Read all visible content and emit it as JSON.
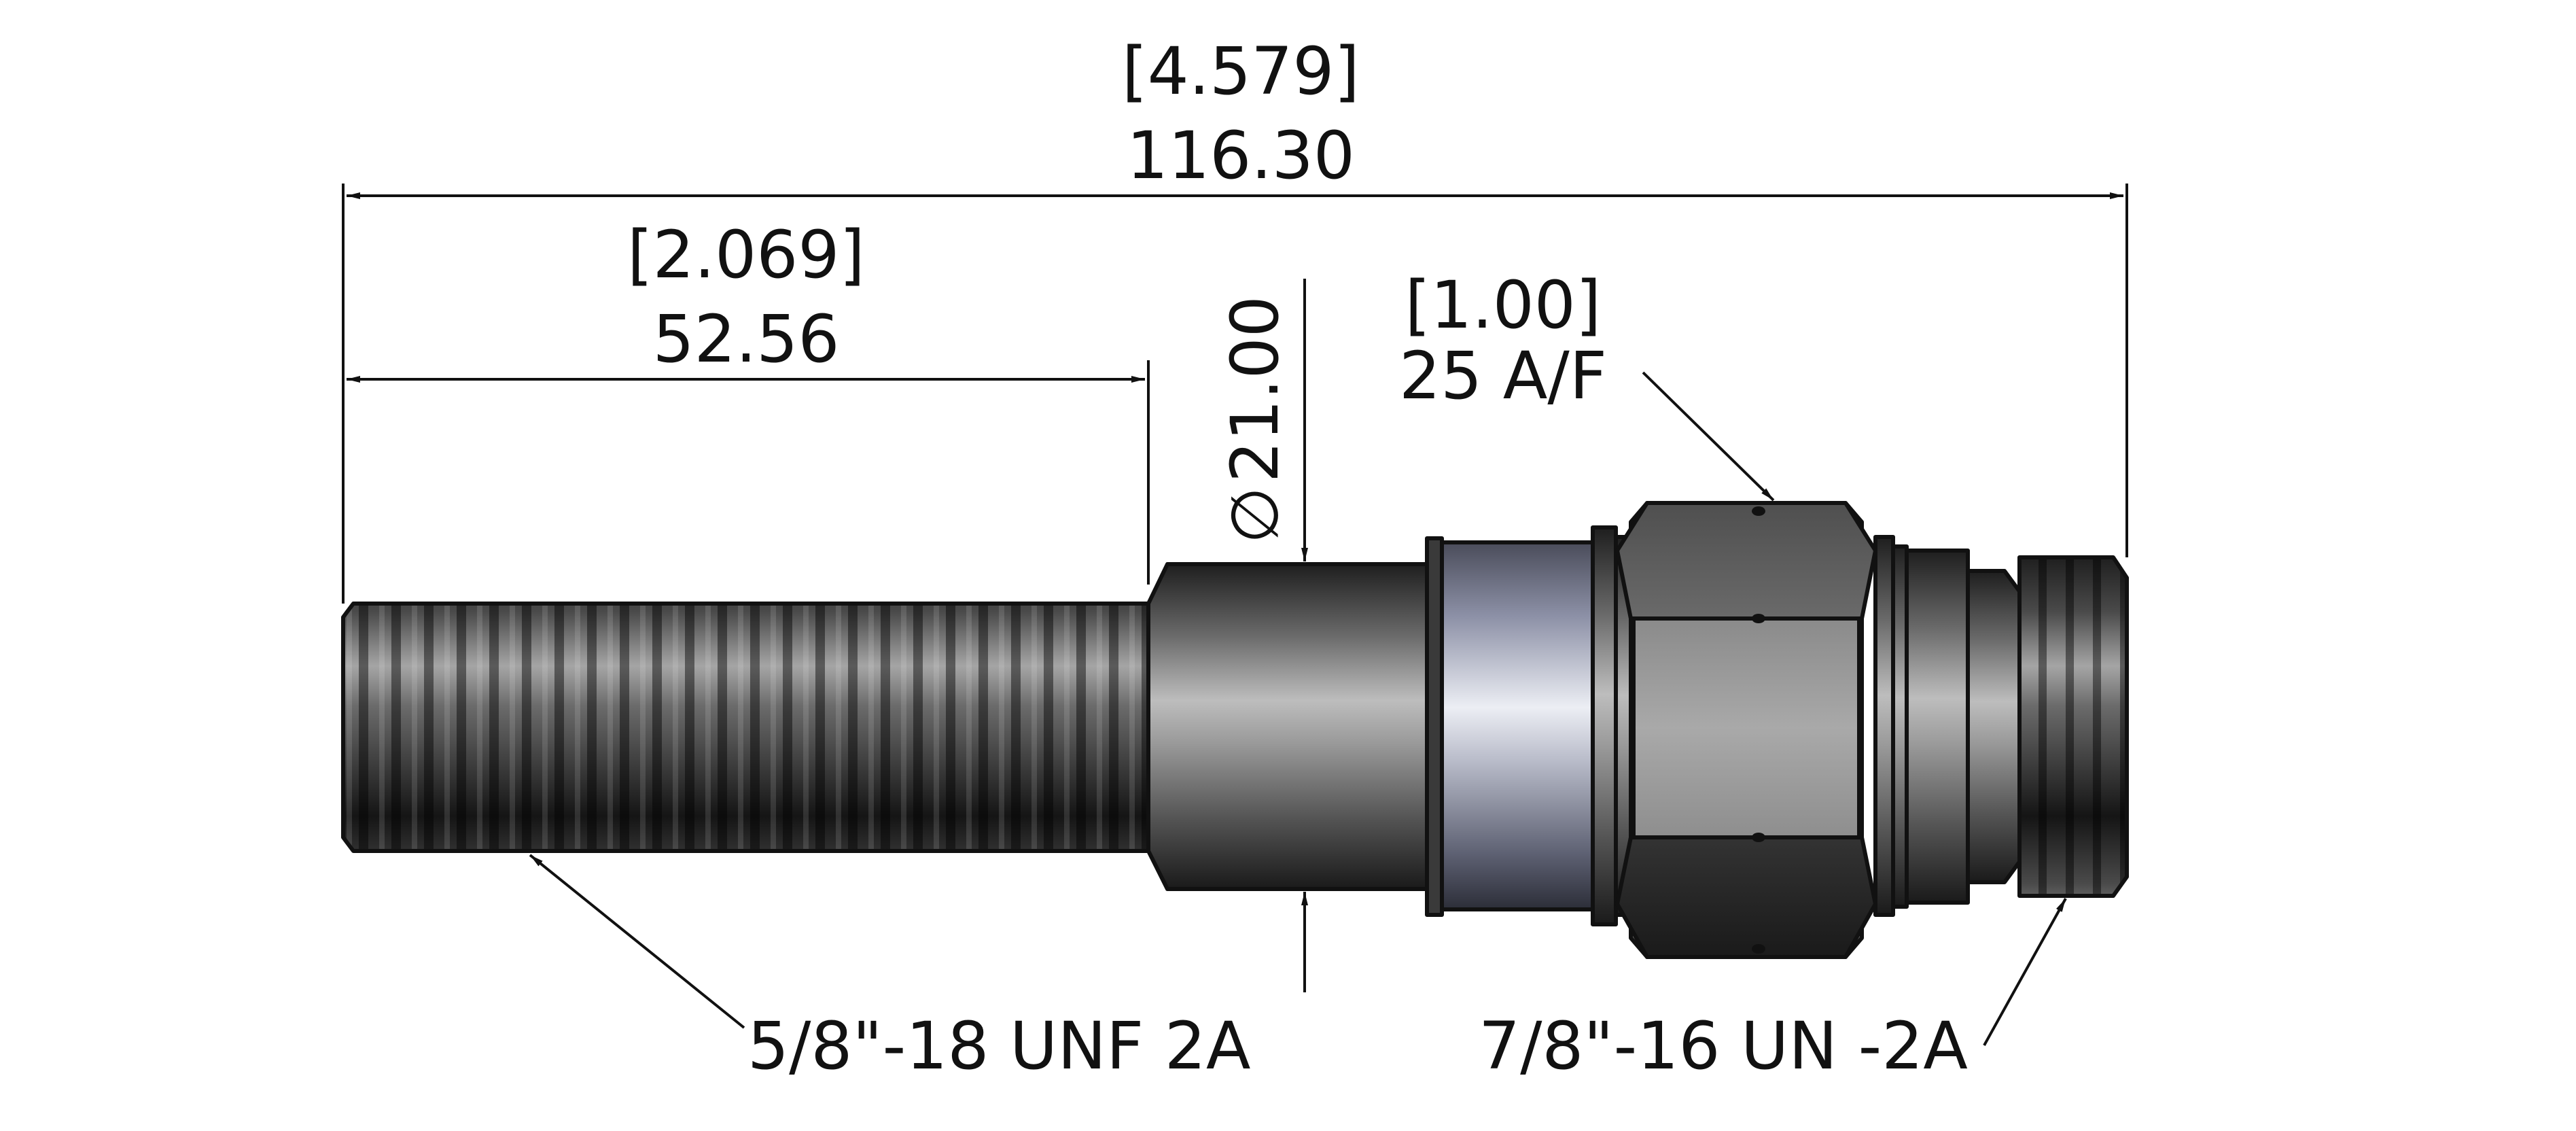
{
  "dimensions": {
    "overall_length": {
      "imperial": "[4.579]",
      "metric": "116.30"
    },
    "thread_length": {
      "imperial": "[2.069]",
      "metric": "52.56"
    },
    "shank_diameter": {
      "symbol": "∅",
      "metric": "21.00"
    },
    "hex_size": {
      "imperial": "[1.00]",
      "metric": "25 A/F"
    }
  },
  "callouts": {
    "left_thread": "5/8\"-18 UNF 2A",
    "right_thread": "7/8\"-16 UN -2A"
  },
  "colors": {
    "line": "#111111",
    "steel_dark": "#2a2a2a",
    "steel_mid": "#7a7a7a",
    "steel_light": "#d6d6d6",
    "band_light": "#e4e6ee",
    "band_blue": "#8c90a6"
  }
}
